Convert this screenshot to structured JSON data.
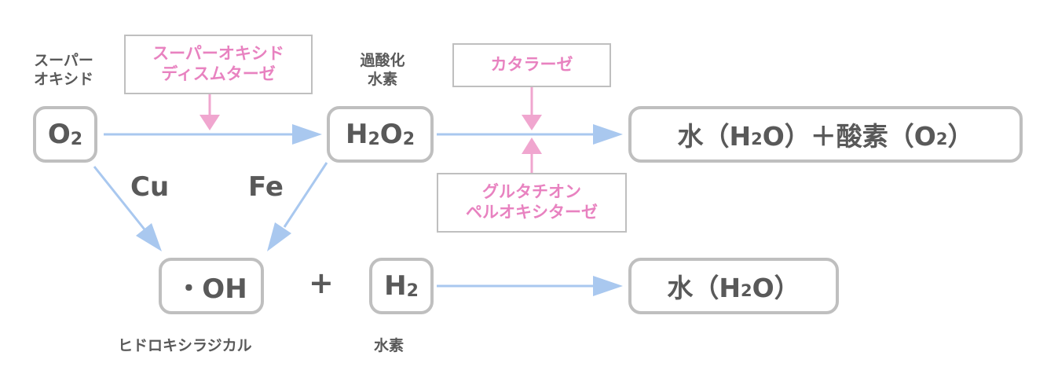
{
  "nodes": {
    "o2": {
      "main": "O",
      "sub": "2",
      "tail": ""
    },
    "h2o2": {
      "part1": "H",
      "sub1": "2",
      "part2": "O",
      "sub2": "2"
    },
    "product1": {
      "p1": "水（H",
      "s1": "2",
      "p2": "O）＋酸素（O",
      "s2": "2",
      "p3": "）"
    },
    "oh": {
      "text": "・OH"
    },
    "h2": {
      "main": "H",
      "sub": "2"
    },
    "product2": {
      "p1": "水（H",
      "s1": "2",
      "p2": "O）"
    }
  },
  "labels": {
    "superoxide": [
      "スーパー",
      "オキシド"
    ],
    "hydrogen_peroxide": [
      "過酸化",
      "水素"
    ],
    "cu": "Cu",
    "fe": "Fe",
    "plus": "+",
    "hydroxyl_radical": "ヒドロキシラジカル",
    "hydrogen": "水素"
  },
  "enzymes": {
    "sod": [
      "スーパーオキシド",
      "ディスムターゼ"
    ],
    "catalase": [
      "カタラーゼ"
    ],
    "gpx": [
      "グルタチオン",
      "ペルオキシターゼ"
    ]
  },
  "colors": {
    "node_border": "#bfbfbf",
    "text": "#595959",
    "enzyme_text": "#e882c0",
    "enzyme_arrow": "#f0a6cf",
    "flow_arrow": "#a9c8ef"
  }
}
